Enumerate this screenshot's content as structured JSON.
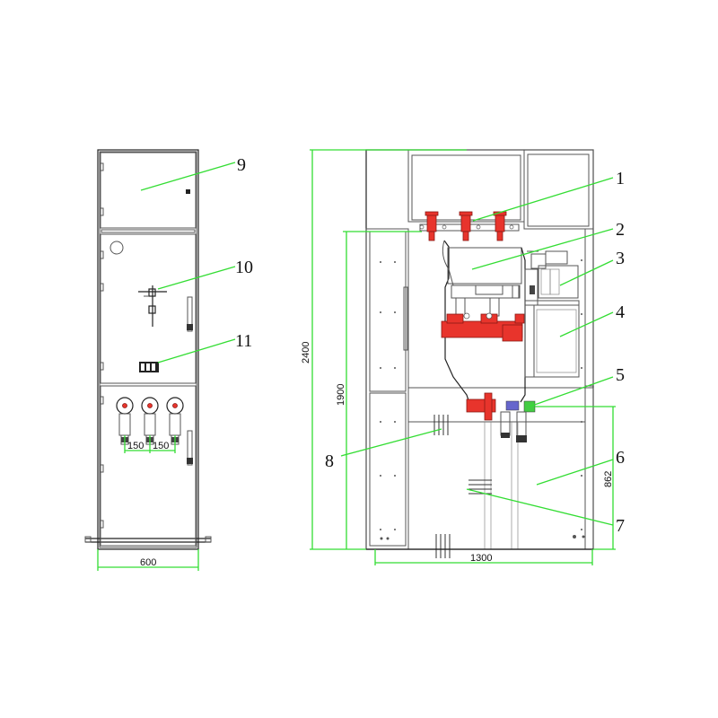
{
  "callouts": {
    "c1": "1",
    "c2": "2",
    "c3": "3",
    "c4": "4",
    "c5": "5",
    "c6": "6",
    "c7": "7",
    "c8": "8",
    "c9": "9",
    "c10": "10",
    "c11": "11"
  },
  "dimensions": {
    "front_width": "600",
    "phase_spacing_1": "150",
    "phase_spacing_2": "150",
    "side_height": "2400",
    "cubicle_height": "1900",
    "side_depth": "1300",
    "cable_height": "862"
  },
  "colors": {
    "callout_line": "#33dd33",
    "busbar_insulator": "#e8342c",
    "drawing_line": "#555555"
  }
}
